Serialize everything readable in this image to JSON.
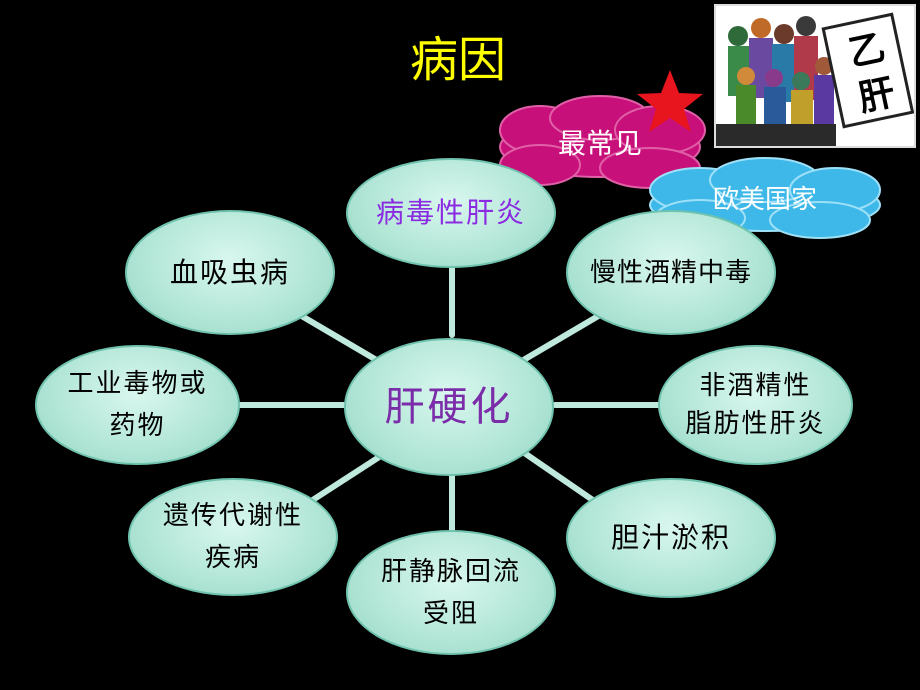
{
  "slide": {
    "title": "病因",
    "accent_color": "#ffff00",
    "background": "#000000"
  },
  "diagram": {
    "center": "肝硬化",
    "nodes": [
      {
        "key": "viral",
        "label": "病毒性肝炎"
      },
      {
        "key": "alcohol",
        "label": "慢性酒精中毒"
      },
      {
        "key": "nafld",
        "label": "非酒精性\n脂肪性肝炎"
      },
      {
        "key": "biliary",
        "label": "胆汁淤积"
      },
      {
        "key": "venous",
        "label": "肝静脉回流\n受阻"
      },
      {
        "key": "genetic",
        "label": "遗传代谢性\n疾病"
      },
      {
        "key": "toxic",
        "label": "工业毒物或\n药物"
      },
      {
        "key": "schisto",
        "label": "血吸虫病"
      }
    ]
  },
  "callouts": {
    "most_common": "最常见",
    "western": "欧美国家"
  },
  "image": {
    "sign_text": "乙肝",
    "icon": "hepatitis-b-cartoon"
  },
  "decor": {
    "star_color": "#e8141e",
    "most_common_cloud_color": "#c8107a",
    "western_cloud_color": "#3db8e8"
  }
}
